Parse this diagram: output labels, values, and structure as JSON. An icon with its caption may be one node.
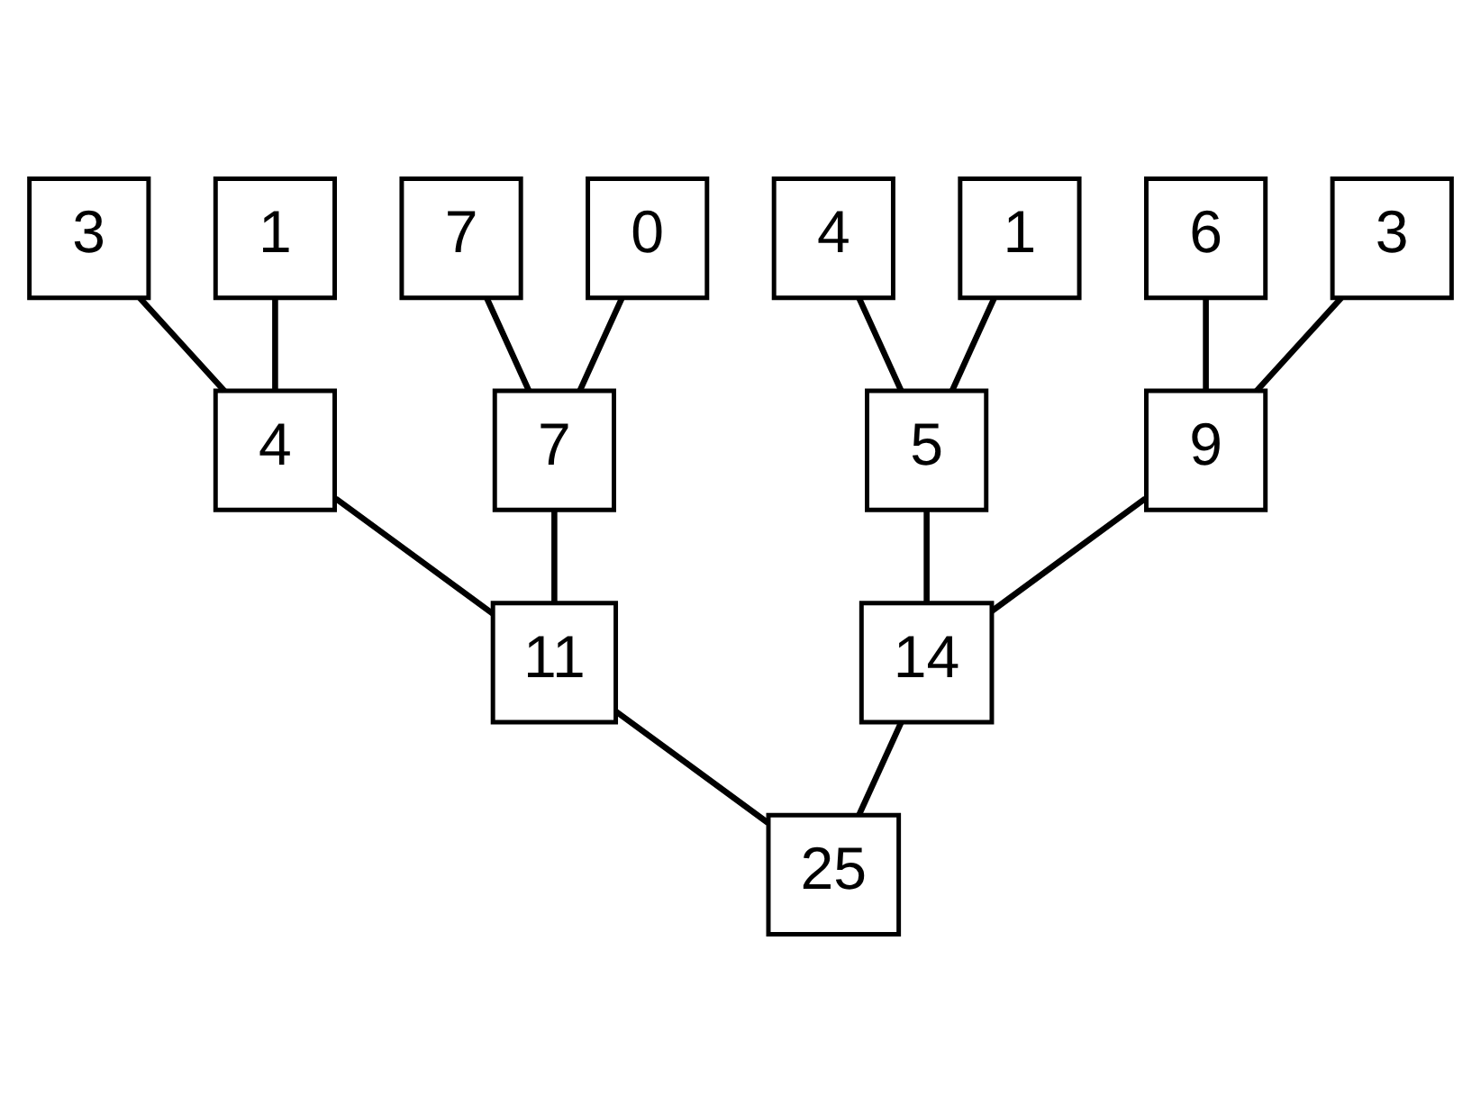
{
  "diagram": {
    "nodes": [
      {
        "text": [
          "3"
        ]
      },
      {
        "text": [
          "1"
        ]
      },
      {
        "text": [
          "7"
        ]
      },
      {
        "text": [
          "0"
        ]
      },
      {
        "text": [
          "4"
        ]
      },
      {
        "text": [
          "1"
        ]
      },
      {
        "text": [
          "6"
        ]
      },
      {
        "text": [
          "3"
        ]
      },
      {
        "text": [
          "4"
        ]
      },
      {
        "text": [
          "7"
        ]
      },
      {
        "text": [
          "5"
        ]
      },
      {
        "text": [
          "9"
        ]
      },
      {
        "text": [
          "11"
        ]
      },
      {
        "text": [
          "14"
        ]
      },
      {
        "text": [
          "25"
        ]
      }
    ],
    "edges": [
      {
        "from": 0,
        "to": 8,
        "arrow": "none"
      },
      {
        "from": 1,
        "to": 8,
        "arrow": "none"
      },
      {
        "from": 2,
        "to": 9,
        "arrow": "none"
      },
      {
        "from": 3,
        "to": 9,
        "arrow": "none"
      },
      {
        "from": 4,
        "to": 10,
        "arrow": "none"
      },
      {
        "from": 5,
        "to": 10,
        "arrow": "none"
      },
      {
        "from": 6,
        "to": 11,
        "arrow": "none"
      },
      {
        "from": 7,
        "to": 11,
        "arrow": "none"
      },
      {
        "from": 8,
        "to": 12,
        "arrow": "none"
      },
      {
        "from": 9,
        "to": 12,
        "arrow": "none"
      },
      {
        "from": 10,
        "to": 13,
        "arrow": "none"
      },
      {
        "from": 11,
        "to": 13,
        "arrow": "none"
      },
      {
        "from": 12,
        "to": 14,
        "arrow": "none"
      },
      {
        "from": 13,
        "to": 14,
        "arrow": "none"
      }
    ]
  }
}
